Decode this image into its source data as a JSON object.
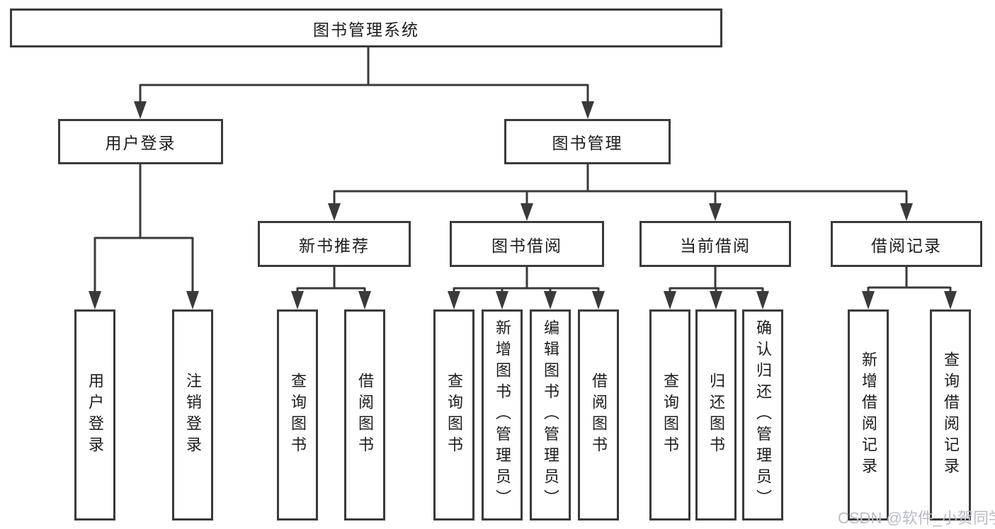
{
  "nodes": {
    "root": "图书管理系统",
    "level2": [
      "用户登录",
      "图书管理"
    ],
    "level3": [
      "新书推荐",
      "图书借阅",
      "当前借阅",
      "借阅记录"
    ],
    "leaves_user_login": [
      "用户登录",
      "注销登录"
    ],
    "leaves_new_book": [
      "查询图书",
      "借阅图书"
    ],
    "leaves_book_borrow": [
      "查询图书",
      "新增图书（管理员）",
      "编辑图书（管理员）",
      "借阅图书"
    ],
    "leaves_current_borrow": [
      "查询图书",
      "归还图书",
      "确认归还（管理员）"
    ],
    "leaves_borrow_records": [
      "新增借阅记录",
      "查询借阅记录"
    ]
  },
  "watermark": "CSDN @软件_小贺同学",
  "colors": {
    "line": "#3a3a3a",
    "text": "#1c1c1c",
    "watermark": "#b9bcc9",
    "background": "#ffffff"
  }
}
